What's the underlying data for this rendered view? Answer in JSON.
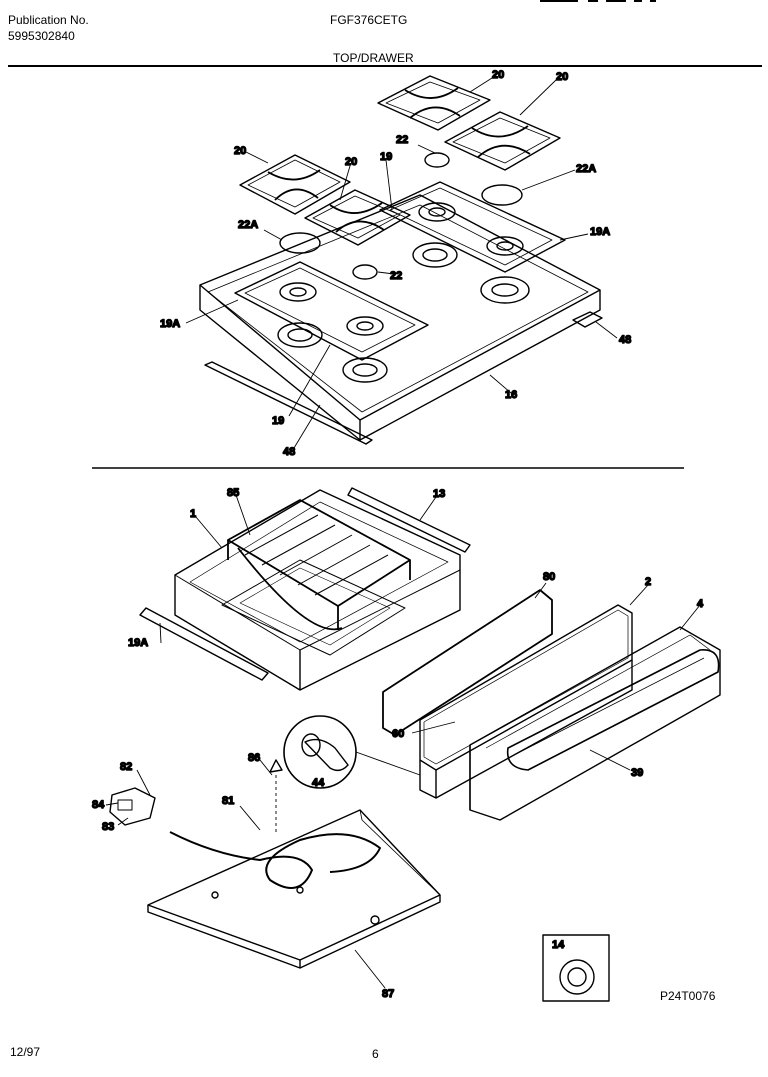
{
  "header": {
    "publication_label": "Publication No.",
    "publication_number": "5995302840",
    "model": "FGF376CETG",
    "section_title": "TOP/DRAWER"
  },
  "callouts": {
    "c20a": "20",
    "c20b": "20",
    "c20c": "20",
    "c20d": "20",
    "c22a": "22",
    "c22b": "22",
    "c22Aa": "22A",
    "c22Ab": "22A",
    "c19a": "19",
    "c19b": "19",
    "c19Aa": "19A",
    "c19Ab": "19A",
    "c19Ac": "19A",
    "c48a": "48",
    "c48b": "48",
    "c16": "16",
    "c85": "85",
    "c13": "13",
    "c1": "1",
    "c80": "80",
    "c2": "2",
    "c4": "4",
    "c60": "60",
    "c39": "39",
    "c44": "44",
    "c86": "86",
    "c82": "82",
    "c84": "84",
    "c83": "83",
    "c81": "81",
    "c87": "87",
    "c14": "14"
  },
  "footer": {
    "drawing_code": "P24T0076",
    "date": "12/97",
    "page": "6"
  }
}
